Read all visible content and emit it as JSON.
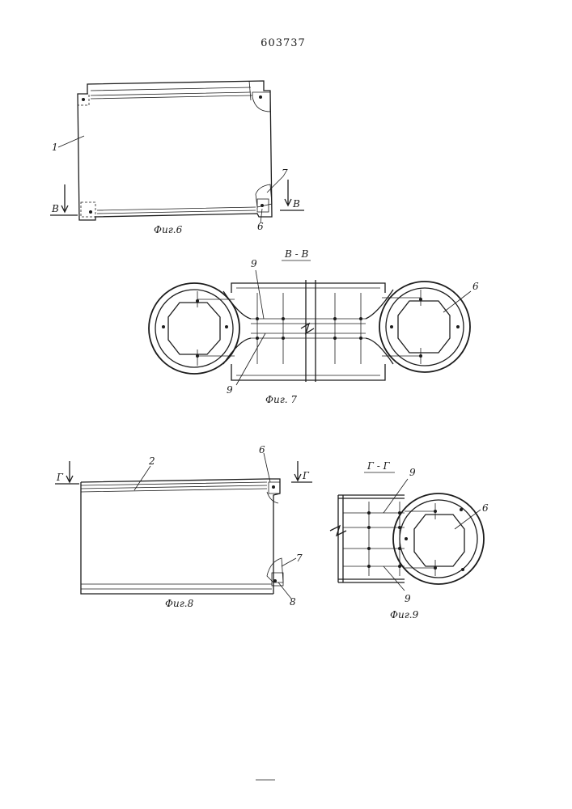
{
  "patent_number": "603737",
  "figures": {
    "fig6": {
      "caption": "Фиг.6",
      "labels": {
        "l1": "1",
        "l7": "7",
        "l6": "6",
        "section_left": "В",
        "section_right": "В"
      }
    },
    "fig7": {
      "caption": "Фиг. 7",
      "section_title": "В - В",
      "labels": {
        "l9_top": "9",
        "l9_bottom": "9",
        "l6": "6"
      }
    },
    "fig8": {
      "caption": "Фиг.8",
      "labels": {
        "l2": "2",
        "l6": "6",
        "l7": "7",
        "l8": "8",
        "section_left": "Г",
        "section_right": "Г"
      }
    },
    "fig9": {
      "caption": "Фиг.9",
      "section_title": "Г - Г",
      "labels": {
        "l9_top": "9",
        "l9_bottom": "9",
        "l6": "6"
      }
    }
  },
  "colors": {
    "ink": "#1c1c1c",
    "paper": "#ffffff"
  }
}
